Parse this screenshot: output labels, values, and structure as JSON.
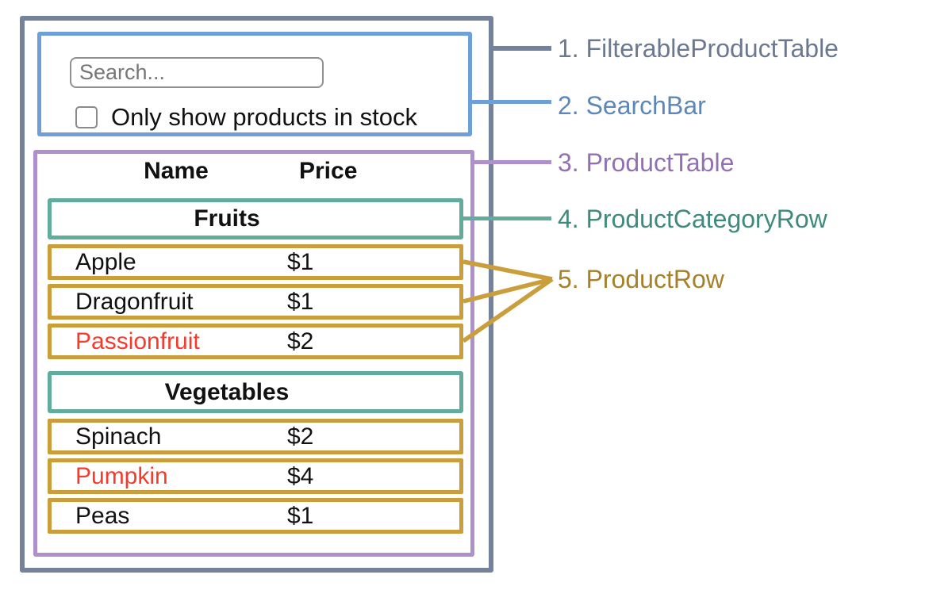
{
  "search": {
    "placeholder": "Search...",
    "checkbox_checked": false,
    "checkbox_label": "Only show products in stock"
  },
  "table": {
    "headers": {
      "name": "Name",
      "price": "Price"
    },
    "sections": [
      {
        "category": "Fruits",
        "rows": [
          {
            "name": "Apple",
            "price": "$1",
            "out_of_stock": false
          },
          {
            "name": "Dragonfruit",
            "price": "$1",
            "out_of_stock": false
          },
          {
            "name": "Passionfruit",
            "price": "$2",
            "out_of_stock": true
          }
        ]
      },
      {
        "category": "Vegetables",
        "rows": [
          {
            "name": "Spinach",
            "price": "$2",
            "out_of_stock": false
          },
          {
            "name": "Pumpkin",
            "price": "$4",
            "out_of_stock": true
          },
          {
            "name": "Peas",
            "price": "$1",
            "out_of_stock": false
          }
        ]
      }
    ]
  },
  "legend": [
    {
      "label": "1. FilterableProductTable",
      "color": "#6A7890"
    },
    {
      "label": "2. SearchBar",
      "color": "#5C87BB"
    },
    {
      "label": "3. ProductTable",
      "color": "#9270B2"
    },
    {
      "label": "4. ProductCategoryRow",
      "color": "#3F8A7D"
    },
    {
      "label": "5. ProductRow",
      "color": "#A5812B"
    }
  ],
  "colors": {
    "filterable_product_table_border": "#75829B",
    "search_bar_border": "#6F9FD8",
    "product_table_border": "#AF90CC",
    "product_category_row_border": "#62AC9E",
    "product_row_border": "#C99E3B",
    "out_of_stock_text": "#F53B2D"
  }
}
